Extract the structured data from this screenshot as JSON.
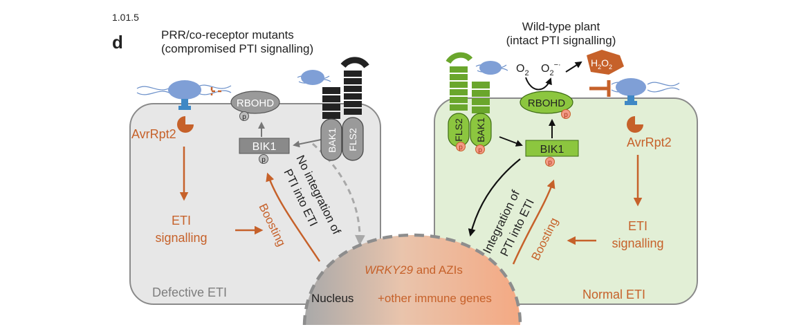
{
  "header": {
    "page_ref": "1.01.5",
    "panel_letter": "d"
  },
  "left_cell": {
    "title_line1": "PRR/co-receptor mutants",
    "title_line2": "(compromised PTI signalling)",
    "rbohd": "RBOHD",
    "bik1": "BIK1",
    "bak1": "BAK1",
    "fls2": "FLS2",
    "phospho": "p",
    "effector": "AvrRpt2",
    "eti_line1": "ETI",
    "eti_line2": "signalling",
    "boosting": "Boosting",
    "no_integration_line1": "No integration of",
    "no_integration_line2": "PTI into ETI",
    "outcome": "Defective ETI"
  },
  "right_cell": {
    "title_line1": "Wild-type plant",
    "title_line2": "(intact PTI signalling)",
    "rbohd": "RBOHD",
    "bik1": "BIK1",
    "bak1": "BAK1",
    "fls2": "FLS2",
    "phospho": "p",
    "o2": "O",
    "o2_sub": "2",
    "superoxide": "O",
    "superoxide_sub": "2",
    "superoxide_sup": "−·",
    "h2o2_h1": "H",
    "h2o2_sub1": "2",
    "h2o2_o": "O",
    "h2o2_sub2": "2",
    "effector": "AvrRpt2",
    "eti_line1": "ETI",
    "eti_line2": "signalling",
    "boosting": "Boosting",
    "integration_line1": "Integration of",
    "integration_line2": "PTI into ETI",
    "outcome": "Normal ETI"
  },
  "nucleus": {
    "label": "Nucleus",
    "gene_italic": "WRKY29",
    "gene_rest": " and AZIs",
    "other_genes": "+other immune genes"
  },
  "colors": {
    "orange": "#c6612a",
    "green_fill": "#8cc63f",
    "green_cell": "#e2efd6",
    "gray_cell": "#e7e7e7",
    "gray_protein": "#8a8a8a",
    "blue_protein": "#7f9fd6",
    "phospho_pink": "#f29a86"
  }
}
